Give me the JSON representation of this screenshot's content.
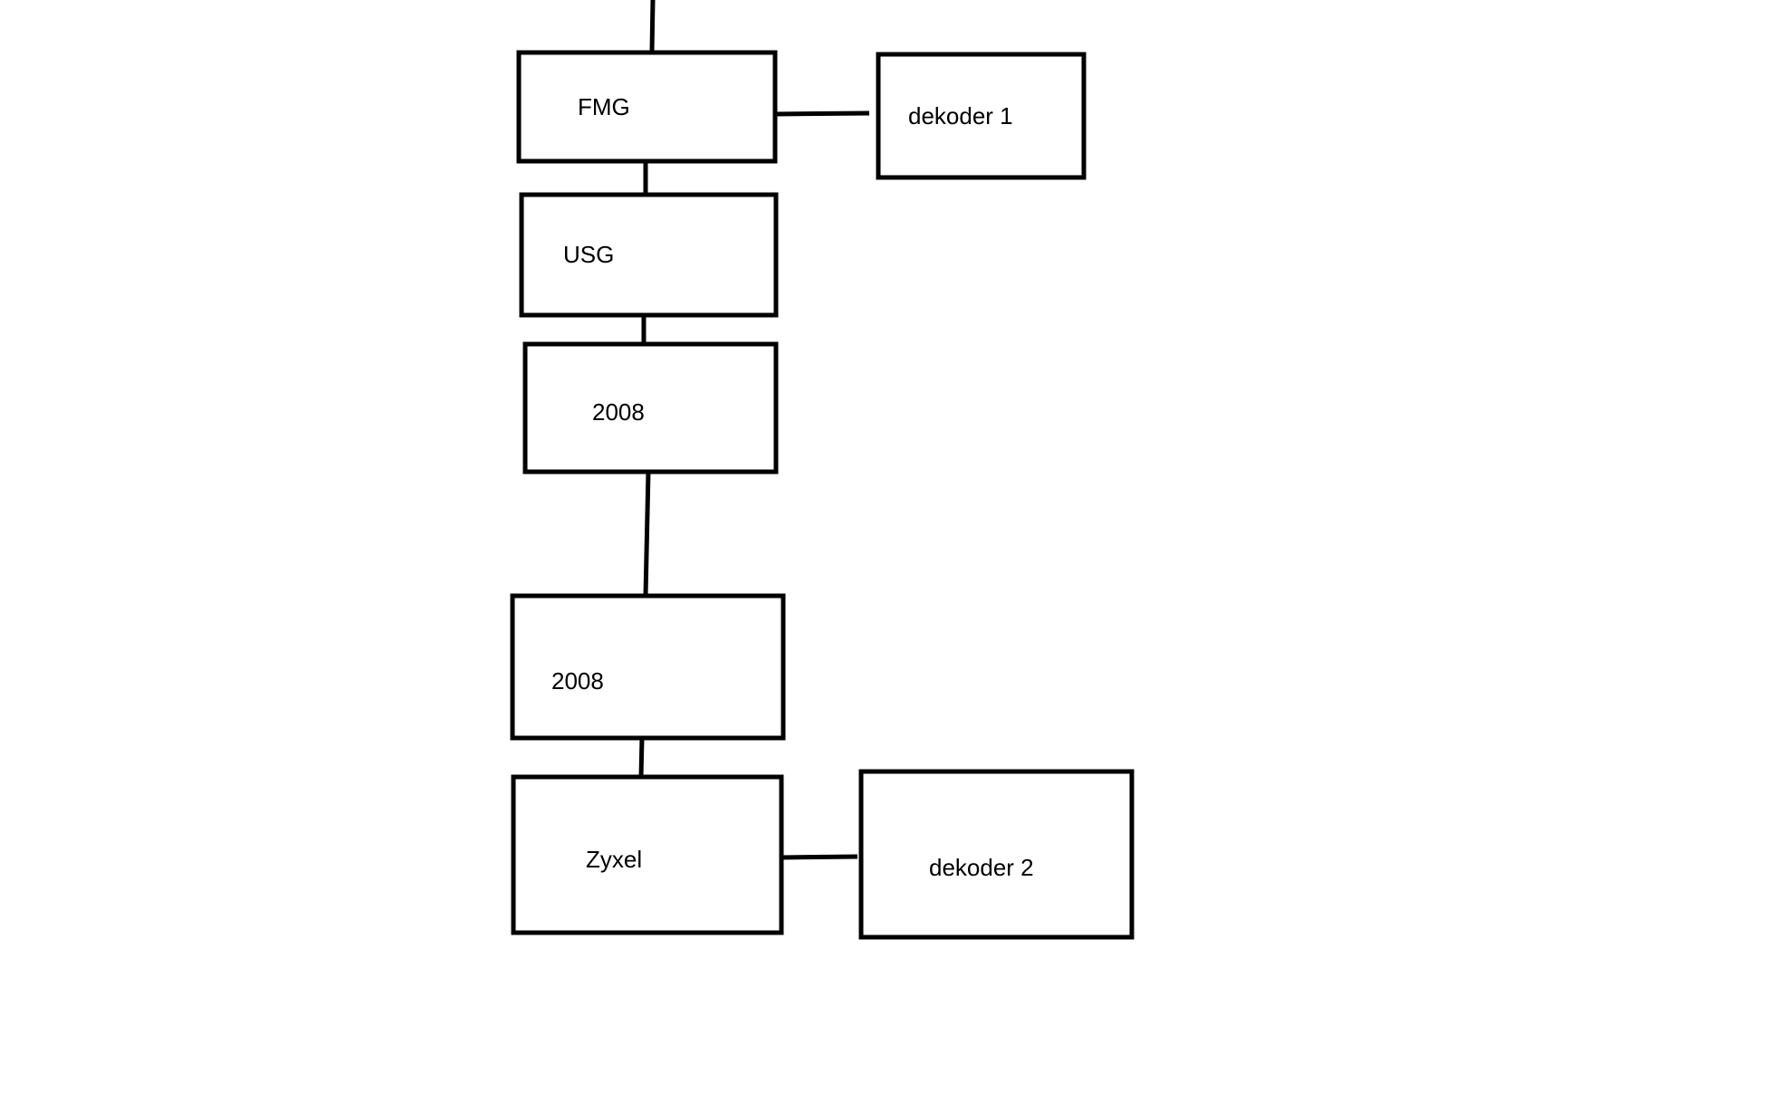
{
  "diagram": {
    "nodes": [
      {
        "id": "fmg",
        "label": "FMG"
      },
      {
        "id": "dekoder1",
        "label": "dekoder 1"
      },
      {
        "id": "usg",
        "label": "USG"
      },
      {
        "id": "box2008a",
        "label": "2008"
      },
      {
        "id": "box2008b",
        "label": "2008"
      },
      {
        "id": "zyxel",
        "label": "Zyxel"
      },
      {
        "id": "dekoder2",
        "label": "dekoder 2"
      }
    ],
    "edges": [
      {
        "from": "uplink",
        "to": "fmg"
      },
      {
        "from": "fmg",
        "to": "dekoder1"
      },
      {
        "from": "fmg",
        "to": "usg"
      },
      {
        "from": "usg",
        "to": "box2008a"
      },
      {
        "from": "box2008a",
        "to": "box2008b"
      },
      {
        "from": "box2008b",
        "to": "zyxel"
      },
      {
        "from": "zyxel",
        "to": "dekoder2"
      }
    ]
  }
}
